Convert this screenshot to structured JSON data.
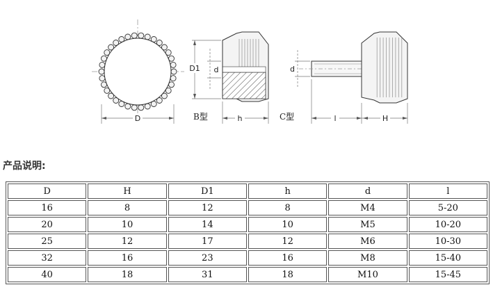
{
  "drawing": {
    "dim_D": "D",
    "dim_D1": "D1",
    "dim_d_b": "d",
    "dim_h": "h",
    "type_b": "B型",
    "dim_d_c": "d",
    "dim_l": "l",
    "dim_H": "H",
    "type_c": "C型"
  },
  "section_title": "产品说明:",
  "table": {
    "headers": [
      "D",
      "H",
      "D1",
      "h",
      "d",
      "l"
    ],
    "rows": [
      [
        "16",
        "8",
        "12",
        "8",
        "M4",
        "5-20"
      ],
      [
        "20",
        "10",
        "14",
        "10",
        "M5",
        "10-20"
      ],
      [
        "25",
        "12",
        "17",
        "12",
        "M6",
        "10-30"
      ],
      [
        "32",
        "16",
        "23",
        "16",
        "M8",
        "15-40"
      ],
      [
        "40",
        "18",
        "31",
        "18",
        "M10",
        "15-45"
      ]
    ]
  }
}
